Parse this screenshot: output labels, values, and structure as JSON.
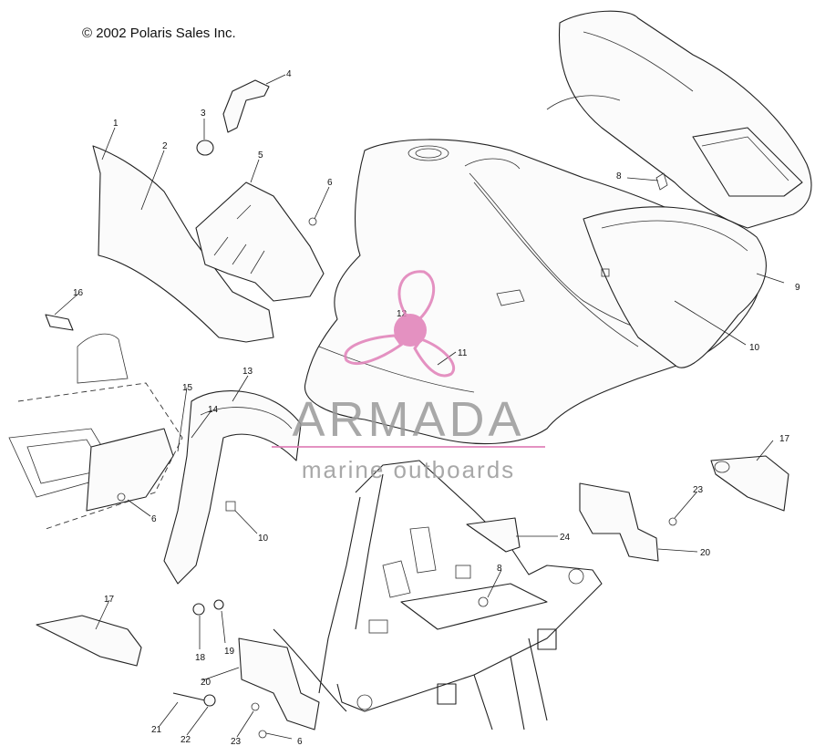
{
  "copyright": "© 2002 Polaris Sales Inc.",
  "watermark": {
    "brand": "ARMADA",
    "tagline": "marine outboards",
    "logo_color": "#e07fb8",
    "text_color": "#9a9a9a"
  },
  "callouts": {
    "c1": "1",
    "c2": "2",
    "c3a": "3",
    "c4": "4",
    "c5": "5",
    "c6a": "6",
    "c6b": "6",
    "c6c": "6",
    "c8a": "8",
    "c8b": "8",
    "c9": "9",
    "c10a": "10",
    "c10b": "10",
    "c11": "11",
    "c12": "12",
    "c13": "13",
    "c14": "14",
    "c15": "15",
    "c16": "16",
    "c17a": "17",
    "c17b": "17",
    "c18": "18",
    "c19": "19",
    "c20a": "20",
    "c20b": "20",
    "c21": "21",
    "c22": "22",
    "c23a": "23",
    "c23b": "23",
    "c24": "24"
  }
}
